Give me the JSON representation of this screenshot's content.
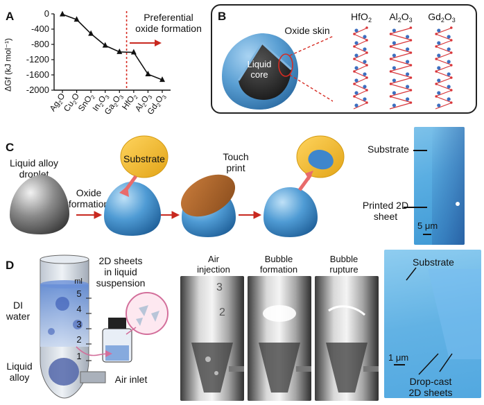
{
  "figure": {
    "panel_a": {
      "letter": "A",
      "ylabel": "ΔGf (kJ mol⁻¹)",
      "annotation_line1": "Preferential",
      "annotation_line2": "oxide formation",
      "colors": {
        "line": "#111111",
        "marker": "#111111",
        "guide": "#d62b22",
        "arrow": "#c8281f"
      }
    },
    "panel_b": {
      "letter": "B",
      "skin_label": "Oxide skin",
      "core_line1": "Liquid",
      "core_line2": "core",
      "structures": [
        "HfO2",
        "Al2O3",
        "Gd2O3"
      ],
      "colors": {
        "droplet": "#5a9fd3",
        "core": "#2c2c2c",
        "atom_a": "#d8363a",
        "atom_b": "#3d6fc0"
      }
    },
    "panel_c": {
      "letter": "C",
      "droplet_line1": "Liquid alloy",
      "droplet_line2": "droplet",
      "oxide_line1": "Oxide",
      "oxide_line2": "formation",
      "substrate": "Substrate",
      "touch_line1": "Touch",
      "touch_line2": "print",
      "micro_substrate": "Substrate",
      "micro_sheet_line1": "Printed 2D",
      "micro_sheet_line2": "sheet",
      "scale": "5 μm"
    },
    "panel_d": {
      "letter": "D",
      "sheets_line1": "2D sheets",
      "sheets_line2": "in liquid",
      "sheets_line3": "suspension",
      "ml": "ml",
      "water_line1": "DI",
      "water_line2": "water",
      "alloy_line1": "Liquid",
      "alloy_line2": "alloy",
      "inlet": "Air inlet",
      "tube_ticks": [
        "5",
        "4",
        "3",
        "2",
        "1"
      ],
      "photo_titles": [
        {
          "l1": "Air",
          "l2": "injection"
        },
        {
          "l1": "Bubble",
          "l2": "formation"
        },
        {
          "l1": "Bubble",
          "l2": "rupture"
        }
      ],
      "photo_marks": [
        "3",
        "2"
      ],
      "micro_substrate": "Substrate",
      "scale": "1 μm",
      "dropcast_line1": "Drop-cast",
      "dropcast_line2": "2D sheets"
    }
  },
  "chart_data": {
    "type": "line",
    "categories": [
      "Ag2O",
      "Cu2O",
      "SnO2",
      "In2O3",
      "Ga2O3",
      "HfO2",
      "Al2O3",
      "Gd2O3"
    ],
    "series": [
      {
        "values": [
          -11,
          -150,
          -520,
          -830,
          -998,
          -1010,
          -1582,
          -1730
        ]
      }
    ],
    "xlabel": "",
    "ylabel": "ΔGf (kJ mol⁻¹)",
    "ylim": [
      -2000,
      0
    ],
    "yticks": [
      0,
      -400,
      -800,
      -1200,
      -1600,
      -2000
    ],
    "ytick_labels": [
      "0",
      "-400",
      "-800",
      "-1200",
      "-1600",
      "-2000"
    ],
    "marker": "triangle",
    "grid": false,
    "guide_between": [
      "Ga2O3",
      "HfO2"
    ]
  }
}
